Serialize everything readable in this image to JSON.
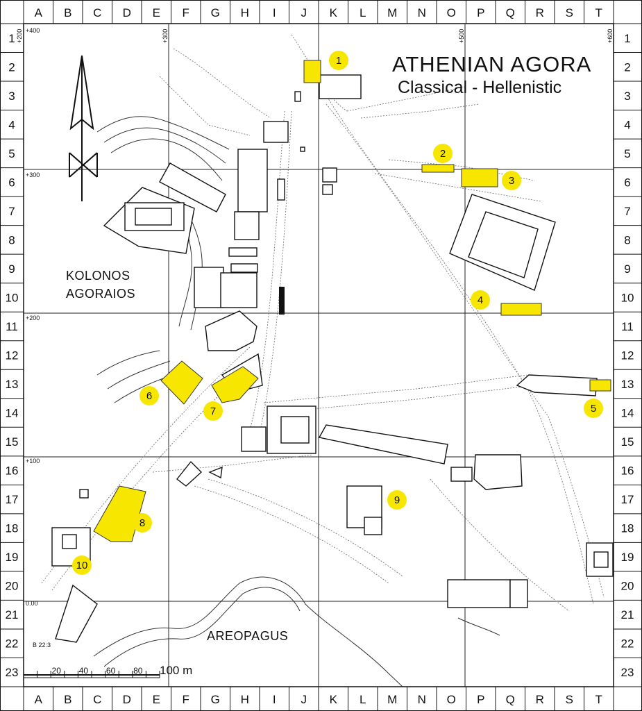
{
  "title": {
    "main": "ATHENIAN AGORA",
    "sub": "Classical - Hellenistic"
  },
  "grid": {
    "columns": [
      "A",
      "B",
      "C",
      "D",
      "E",
      "F",
      "G",
      "H",
      "I",
      "J",
      "K",
      "L",
      "M",
      "N",
      "O",
      "P",
      "Q",
      "R",
      "S",
      "T"
    ],
    "rows": [
      "1",
      "2",
      "3",
      "4",
      "5",
      "6",
      "7",
      "8",
      "9",
      "10",
      "11",
      "12",
      "13",
      "14",
      "15",
      "16",
      "17",
      "18",
      "19",
      "20",
      "21",
      "22",
      "23"
    ]
  },
  "coordinates": {
    "x_labels": [
      "+200",
      "+300",
      "+500",
      "+600"
    ],
    "y_labels": [
      "+400",
      "+300",
      "+200",
      "+100",
      "0.00"
    ]
  },
  "regions": {
    "kolonos": [
      "KOLONOS",
      "AGORAIOS"
    ],
    "areopagus": "AREOPAGUS"
  },
  "markers": [
    "1",
    "2",
    "3",
    "4",
    "5",
    "6",
    "7",
    "8",
    "9",
    "10"
  ],
  "scale_bar": {
    "ticks": [
      "20",
      "40",
      "60",
      "80"
    ],
    "unit": "100 m"
  },
  "plate_ref": "B 22:3",
  "colors": {
    "highlight": "#f7e600",
    "marker": "#f7e600",
    "ink": "#111111",
    "road": "#777777"
  }
}
